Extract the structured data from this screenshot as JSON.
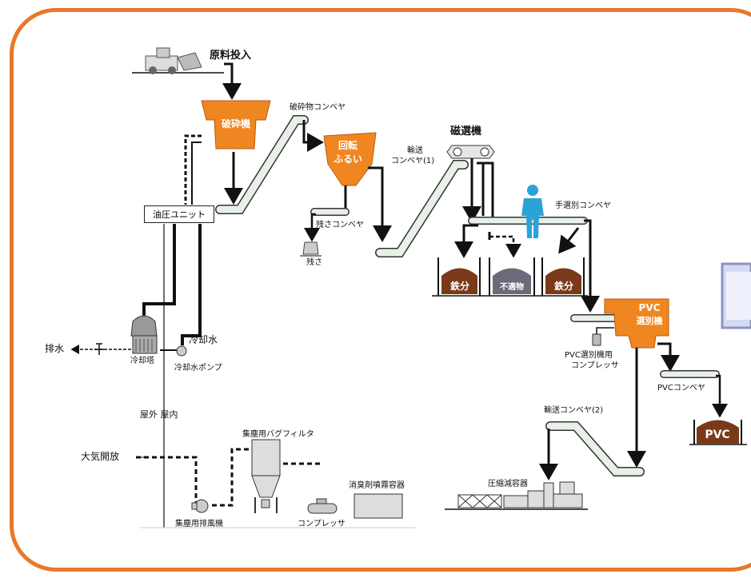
{
  "labels": {
    "raw_input": "原料投入",
    "crusher": "破砕機",
    "crushed_conveyor": "破砕物コンベヤ",
    "rotary_screen_1": "回転",
    "rotary_screen_2": "ふるい",
    "transport_conveyor_1a": "輸送",
    "transport_conveyor_1b": "コンベヤ(1)",
    "magnetic_separator": "磁選機",
    "hand_sort_conveyor": "手選別コンベヤ",
    "hydraulic_unit": "油圧ユニット",
    "residue_conveyor": "残さコンベヤ",
    "residue": "残さ",
    "iron_left": "鉄分",
    "nonmetal": "不適物",
    "iron_right": "鉄分",
    "pvc_sorter_1": "PVC",
    "pvc_sorter_2": "選別機",
    "pvc_compressor_1": "PVC選別機用",
    "pvc_compressor_2": "コンプレッサ",
    "pvc_conveyor": "PVCコンベヤ",
    "pvc_bin": "PVC",
    "drain": "排水",
    "cooling_tower": "冷却塔",
    "cooling_water": "冷却水",
    "cooling_pump": "冷却水ポンプ",
    "outdoor_indoor": "屋外 屋内",
    "transport_conveyor_2": "輸送コンベヤ(2)",
    "atmosphere_release": "大気開放",
    "bag_filter": "集塵用バグフィルタ",
    "deodorant_tank": "消臭剤噴霧容器",
    "compactor": "圧縮減容器",
    "dust_fan": "集塵用排風機",
    "compressor": "コンプレッサ"
  },
  "colors": {
    "frame": "#e8782a",
    "equipment": "#f0861f",
    "iron_bin": "#7a3a1a",
    "nonmetal_bin": "#6a6a7a",
    "conveyor": "#e8f0e8",
    "line": "#111111",
    "person": "#2ba3d9"
  }
}
